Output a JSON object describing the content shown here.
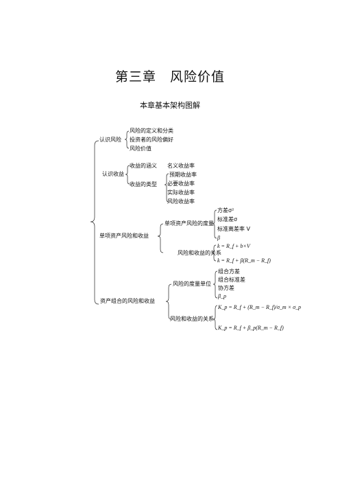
{
  "chapter_title": "第三章　风险价值",
  "subtitle": "本章基本架构图解",
  "tree": {
    "recognize_risk": {
      "label": "认识风险",
      "items": [
        "风险的定义和分类",
        "投资者的风险偏好",
        "风险价值"
      ]
    },
    "recognize_return": {
      "label": "认识收益",
      "meaning": "收益的涵义",
      "types": "收益的类型",
      "type_items": [
        "名义收益率",
        "预期收益率",
        "必要收益率",
        "实际收益率",
        "风险收益率"
      ]
    },
    "single_asset": {
      "label": "单项资产风险和收益",
      "measure": "单项资产风险的度量",
      "measure_items": [
        "方差σ²",
        "标准差σ",
        "标准离差率 V",
        "β"
      ],
      "relation": "风险和收益的关系",
      "relation_formulas": [
        "k = R_f + b×V",
        "k = R_f + β(R_m − R_f)"
      ]
    },
    "portfolio": {
      "label": "资产组合的风险和收益",
      "measure": "风险的度量单位",
      "measure_items": [
        "组合方差",
        "组合标准差",
        "协方差",
        "β_p"
      ],
      "relation": "风险和收益的关系",
      "relation_formulas": [
        "K_p = R_f + (R_m − R_f)/σ_m × σ_p",
        "K_p = R_f + β_p(R_m − R_f)"
      ]
    }
  }
}
